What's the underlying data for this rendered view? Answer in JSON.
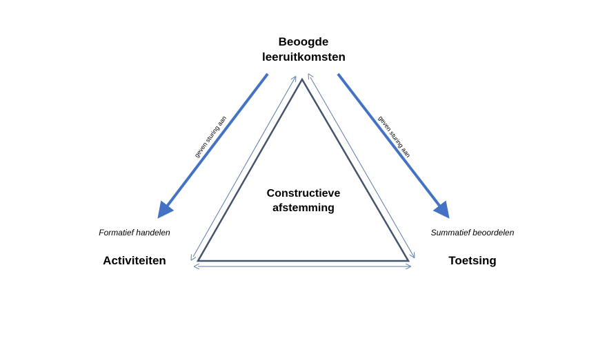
{
  "diagram": {
    "top_title_line1": "Beoogde",
    "top_title_line2": "leeruitkomsten",
    "center_line1": "Constructieve",
    "center_line2": "afstemming",
    "left_title": "Activiteiten",
    "right_title": "Toetsing",
    "left_subtitle": "Formatief handelen",
    "right_subtitle": "Summatief beoordelen",
    "left_arrow_label": "geven sturing aan",
    "right_arrow_label": "geven sturing aan"
  },
  "colors": {
    "arrow": "#4472C4",
    "triangle": "#44546A",
    "thin_arrow": "#5B7BA6"
  }
}
